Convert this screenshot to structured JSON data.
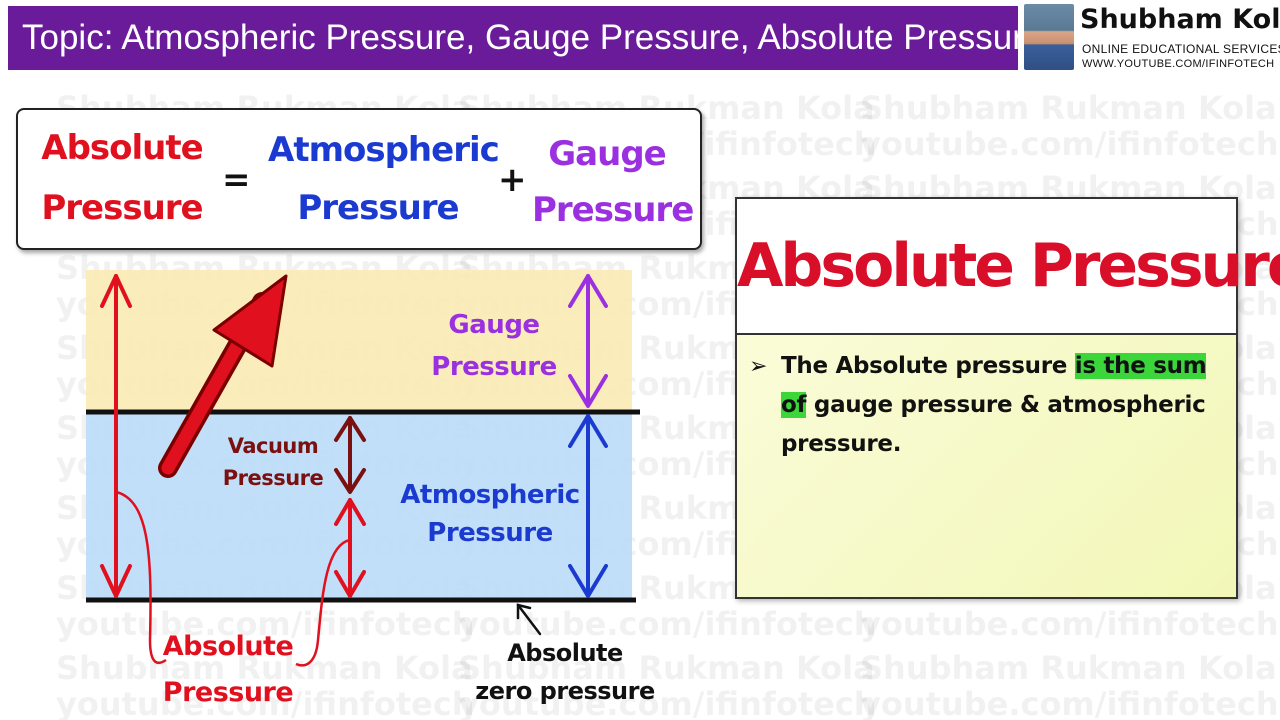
{
  "header": {
    "topic": "Topic: Atmospheric Pressure, Gauge Pressure, Absolute Pressure",
    "brand_name": "Shubham Kola",
    "brand_tagline": "ONLINE EDUCATIONAL SERVICES",
    "brand_url": "WWW.YOUTUBE.COM/IFINFOTECH"
  },
  "watermark": {
    "line1": "Shubham Rukman Kola",
    "line2": "youtube.com/ifinfotech"
  },
  "equation": {
    "term1_line1": "Absolute",
    "term1_line2": "Pressure",
    "equals": "=",
    "term2_line1": "Atmospheric",
    "term2_line2": "Pressure",
    "plus": "+",
    "term3_line1": "Gauge",
    "term3_line2": "Pressure"
  },
  "diagram": {
    "gauge_line1": "Gauge",
    "gauge_line2": "Pressure",
    "vacuum_line1": "Vacuum",
    "vacuum_line2": "Pressure",
    "atm_line1": "Atmospheric",
    "atm_line2": "Pressure",
    "absolute_line1": "Absolute",
    "absolute_line2": "Pressure",
    "zero_line1": "Absolute",
    "zero_line2": "zero pressure"
  },
  "card": {
    "title": "Absolute Pressure",
    "bullet": "➢",
    "text_part1": "The Absolute pressure ",
    "text_highlight1": "is the sum",
    "text_highlight2": "of",
    "text_part2": " gauge pressure & atmospheric pressure."
  },
  "colors": {
    "header_bg": "#6a1b9a",
    "absolute": "#e0101e",
    "atmospheric": "#1a3ad0",
    "gauge": "#9b30e0",
    "vacuum": "#7a1010",
    "gauge_band": "#fbeab5",
    "atm_band": "#bcdcf7",
    "highlight": "#3ad63a",
    "card_title": "#d90f2a"
  }
}
